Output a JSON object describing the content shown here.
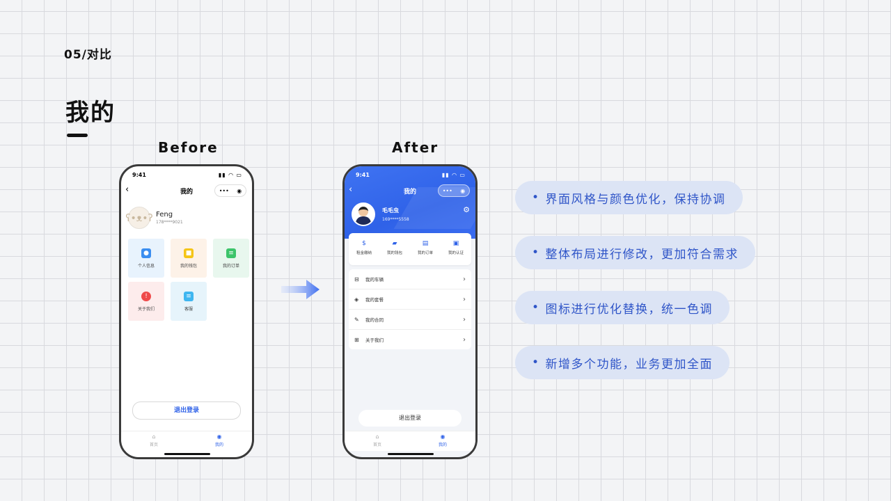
{
  "section_label": "05/对比",
  "page_title": "我的",
  "labels": {
    "before": "Before",
    "after": "After"
  },
  "before": {
    "status_time": "9:41",
    "nav_title": "我的",
    "user_name": "Feng",
    "user_phone": "178****9021",
    "tiles": [
      {
        "label": "个人信息",
        "icon": "user-icon",
        "color": "#3b8ef0",
        "bg": "#e8f3fd"
      },
      {
        "label": "我的钱包",
        "icon": "wallet-icon",
        "color": "#f5c518",
        "bg": "#fdf2e8"
      },
      {
        "label": "我的订单",
        "icon": "order-icon",
        "color": "#3cc46a",
        "bg": "#e8f7ee"
      },
      {
        "label": "关于我们",
        "icon": "alert-icon",
        "color": "#ef4b4b",
        "bg": "#fdecec"
      },
      {
        "label": "客服",
        "icon": "chat-icon",
        "color": "#3fb6f0",
        "bg": "#e6f4fb"
      }
    ],
    "logout": "退出登录",
    "tabs": [
      {
        "label": "首页"
      },
      {
        "label": "我的"
      }
    ]
  },
  "after": {
    "status_time": "9:41",
    "nav_title": "我的",
    "user_name": "毛毛虫",
    "user_phone": "169****5558",
    "quick_actions": [
      {
        "label": "租金缴纳",
        "icon": "money-bag-icon"
      },
      {
        "label": "我的钱包",
        "icon": "wallet-icon"
      },
      {
        "label": "我的订单",
        "icon": "clipboard-icon"
      },
      {
        "label": "我的认证",
        "icon": "id-card-icon"
      }
    ],
    "list": [
      {
        "label": "我的车辆",
        "icon": "car-icon"
      },
      {
        "label": "我的套餐",
        "icon": "layers-icon"
      },
      {
        "label": "我的合同",
        "icon": "pen-icon"
      },
      {
        "label": "关于我们",
        "icon": "grid-icon"
      }
    ],
    "logout": "退出登录",
    "tabs": [
      {
        "label": "首页"
      },
      {
        "label": "我的"
      }
    ]
  },
  "notes": [
    "界面风格与颜色优化，保持协调",
    "整体布局进行修改，更加符合需求",
    "图标进行优化替换，统一色调",
    "新增多个功能，业务更加全面"
  ],
  "colors": {
    "accent": "#2f62e8",
    "pill_bg": "#dce4f5",
    "pill_text": "#2f55c8"
  }
}
